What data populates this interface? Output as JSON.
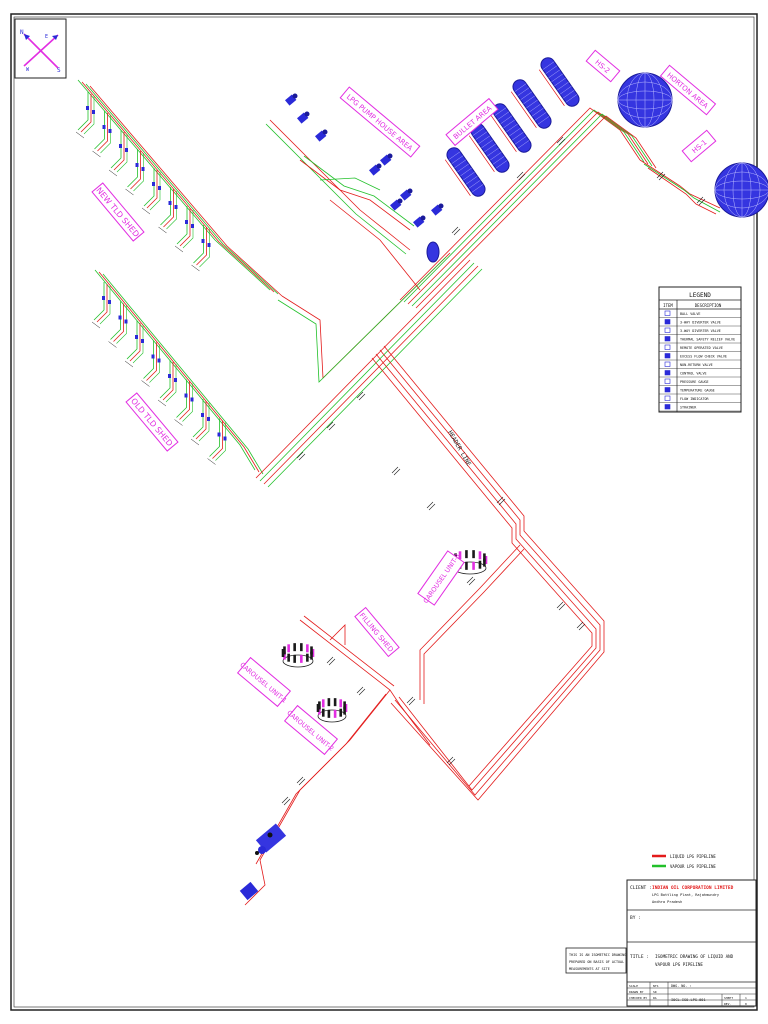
{
  "colors": {
    "liquid_line": "#e31b1b",
    "vapour_line": "#22c02a",
    "equipment": "#2a2ad8",
    "label": "#e22ee2",
    "border": "#222222"
  },
  "area_labels": {
    "new_tlo_shed": "NEW TLD SHED",
    "old_tlo_shed": "OLD TLD SHED",
    "lpg_pump_house": "LPG PUMP HOUSE AREA",
    "bullet_area": "BULLET AREA",
    "hs_2": "HS-2",
    "hs_1": "HS-1",
    "horton_area": "HORTON AREA",
    "carousel_unit_3": "CAROUSEL UNIT-3",
    "carousel_unit_2": "CAROUSEL UNIT-2",
    "carousel_unit_1": "CAROUSEL UNIT-1",
    "filling_shed": "FILLING SHED"
  },
  "legend": {
    "title": "LEGEND",
    "headers": [
      "ITEM",
      "DESCRIPTION"
    ],
    "rows": [
      {
        "icon": "ball-valve-icon",
        "text": "BALL VALVE"
      },
      {
        "icon": "3-way-valve-icon",
        "text": "3-WAY DIVERTER VALVE"
      },
      {
        "icon": "3-way-valve-alt-icon",
        "text": "3-WAY DIVERTER VALVE"
      },
      {
        "icon": "thermal-relief-valve-icon",
        "text": "THERMAL SAFETY RELIEF VALVE"
      },
      {
        "icon": "remote-operated-valve-icon",
        "text": "REMOTE OPERATED VALVE"
      },
      {
        "icon": "excess-flow-valve-icon",
        "text": "EXCESS FLOW CHECK VALVE"
      },
      {
        "icon": "non-return-valve-icon",
        "text": "NON-RETURN VALVE"
      },
      {
        "icon": "control-valve-icon",
        "text": "CONTROL VALVE"
      },
      {
        "icon": "pressure-gauge-icon",
        "text": "PRESSURE GAUGE"
      },
      {
        "icon": "temperature-gauge-icon",
        "text": "TEMPERATURE GAUGE"
      },
      {
        "icon": "flow-indicator-icon",
        "text": "FLOW INDICATOR"
      },
      {
        "icon": "strainer-icon",
        "text": "STRAINER"
      }
    ]
  },
  "pipe_legend": {
    "liquid": "LIQUID LPG PIPELINE",
    "vapour": "VAPOUR LPG PIPELINE"
  },
  "main_line_label": "HEADER LINE",
  "note": {
    "lines": [
      "THIS IS AN ISOMETRIC DRAWING",
      "PREPARED ON BASIS OF ACTUAL",
      "MEASUREMENTS AT SITE"
    ]
  },
  "title_block": {
    "client_label": "CLIENT :",
    "client_name": "INDIAN OIL CORPORATION LIMITED",
    "client_line2": "LPG Bottling Plant, Rajahmundry",
    "client_line3": "Andhra Pradesh",
    "by_label": "BY :",
    "title_label": "TITLE :",
    "title_line1": "ISOMETRIC DRAWING OF LIQUID AND",
    "title_line2": "VAPOUR LPG PIPELINE",
    "scale_label": "SCALE",
    "scale_value": "NTS",
    "drawn_label": "DRAWN BY",
    "drawn_value": "SR",
    "checked_label": "CHECKED BY",
    "checked_value": "RA",
    "dwg_label": "DWG. NO. :",
    "dwg_value": "IOCL-ISO-LPG-001",
    "sheet_label": "SHEET",
    "sheet_value": "1",
    "rev_label": "REV.",
    "rev_value": "0"
  }
}
